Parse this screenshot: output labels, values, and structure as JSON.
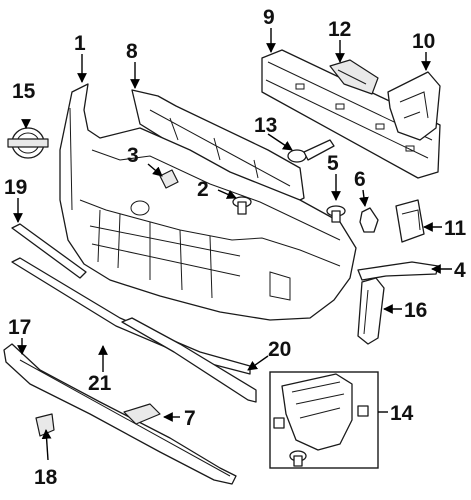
{
  "callouts": [
    {
      "id": "1",
      "label": "1"
    },
    {
      "id": "2",
      "label": "2"
    },
    {
      "id": "3",
      "label": "3"
    },
    {
      "id": "4",
      "label": "4"
    },
    {
      "id": "5",
      "label": "5"
    },
    {
      "id": "6",
      "label": "6"
    },
    {
      "id": "7",
      "label": "7"
    },
    {
      "id": "8",
      "label": "8"
    },
    {
      "id": "9",
      "label": "9"
    },
    {
      "id": "10",
      "label": "10"
    },
    {
      "id": "11",
      "label": "11"
    },
    {
      "id": "12",
      "label": "12"
    },
    {
      "id": "13",
      "label": "13"
    },
    {
      "id": "14",
      "label": "14"
    },
    {
      "id": "15",
      "label": "15"
    },
    {
      "id": "16",
      "label": "16"
    },
    {
      "id": "17",
      "label": "17"
    },
    {
      "id": "18",
      "label": "18"
    },
    {
      "id": "19",
      "label": "19"
    },
    {
      "id": "20",
      "label": "20"
    },
    {
      "id": "21",
      "label": "21"
    }
  ],
  "colors": {
    "line": "#1a1a1a",
    "label": "#111111",
    "background": "#ffffff"
  }
}
